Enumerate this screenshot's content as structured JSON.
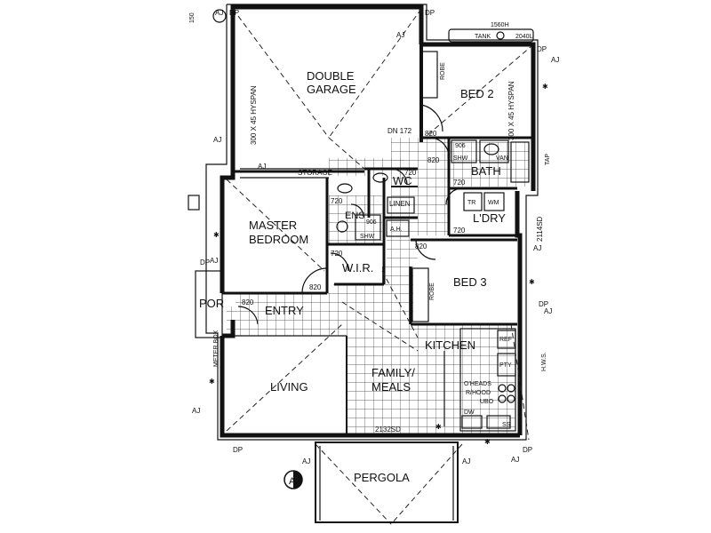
{
  "rooms": {
    "double_garage": [
      "DOUBLE",
      "GARAGE"
    ],
    "bed2": "BED 2",
    "bath": "BATH",
    "wc": "WC",
    "linen": "LINEN",
    "ldry": "L'DRY",
    "master": [
      "MASTER",
      "BEDROOM"
    ],
    "ens": "ENS",
    "wir": "W.I.R.",
    "bed3": "BED 3",
    "entry": "ENTRY",
    "por": "POR",
    "kitchen": "KITCHEN",
    "family": [
      "FAMILY/",
      "MEALS"
    ],
    "living": "LIVING",
    "pergola": "PERGOLA",
    "storage": "STORAGE"
  },
  "fixtures": {
    "robe": "ROBE",
    "shw": "SHW",
    "van": "VAN",
    "tr": "TR",
    "wm": "WM",
    "ah": "A.H.",
    "ref": "REF",
    "pty": "PTY",
    "oheads": "O'HEADS",
    "rhood": "R/HOOD",
    "ubo": "UBO",
    "dw": "DW",
    "ss": "SS",
    "hws": "H.W.S.",
    "tank": "TANK",
    "tap": "TAP",
    "meter_box": "METER BOX"
  },
  "dimensions": {
    "hyspan_garage": "300 X 45 HYSPAN",
    "hyspan_bed2": "300 X 45 HYSPAN",
    "dn172": "DN 172",
    "door820": "820",
    "door720": "720",
    "door906": "906",
    "door2114sd": "2114SD",
    "door2132sd": "2132SD",
    "tank_h": "1560H",
    "tank_w": "2040L",
    "top_dim": "150"
  },
  "annotations": {
    "aj": "AJ",
    "dp": "DP",
    "section_marker": "A"
  }
}
